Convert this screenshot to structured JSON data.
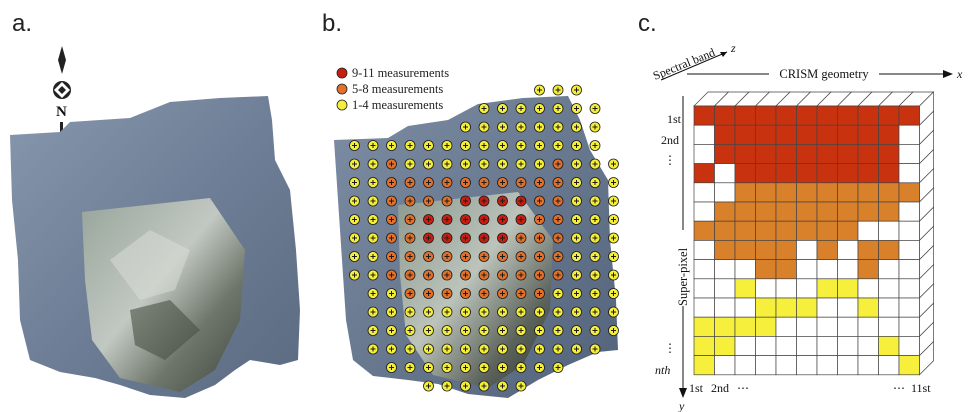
{
  "panels": {
    "a": {
      "letter": "a.",
      "compass_letter": "N"
    },
    "b": {
      "letter": "b.",
      "legend": [
        {
          "label": "9-11 measurements",
          "color": "#c81e10"
        },
        {
          "label": "5-8 measurements",
          "color": "#e0702a"
        },
        {
          "label": "1-4 measurements",
          "color": "#f4ef3a"
        }
      ]
    },
    "c": {
      "letter": "c.",
      "axis_z_label": "z",
      "axis_x_label": "x",
      "axis_y_label": "y",
      "spectral_band_label": "Spectral band",
      "crism_geometry_label": "CRISM geometry",
      "super_pixel_label": "Super-pixel",
      "row_labels": {
        "first": "1st",
        "second": "2nd",
        "ellipsis": "⋮",
        "ellipsis_lower": "⋮",
        "nth": "nth"
      },
      "col_labels": {
        "first": "1st",
        "second": "2nd",
        "ellipsis_left": "⋯",
        "ellipsis_right": "⋯",
        "last": "11st"
      }
    }
  },
  "colors": {
    "red": "#c8320f",
    "orange": "#d8802a",
    "yellow": "#f6f03c",
    "grid_line": "#444444",
    "map_blue": "#6f7f98"
  }
}
